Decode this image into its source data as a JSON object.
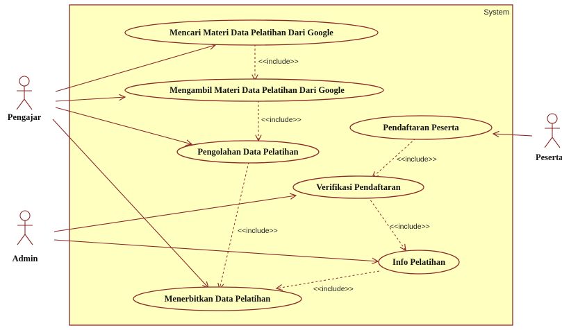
{
  "system": {
    "label": "System",
    "fill": "#ffffc0",
    "border": "#8b2a2a"
  },
  "colors": {
    "usecase_fill": "#ffffc0",
    "line": "#8b2a2a"
  },
  "actors": {
    "pengajar": "Pengajar",
    "admin": "Admin",
    "peserta": "Peserta"
  },
  "usecases": {
    "mencari_materi": "Mencari Materi Data Pelatihan Dari Google",
    "mengambil_materi": "Mengambil Materi Data Pelatihan Dari Google",
    "pengolahan_data": "Pengolahan Data Pelatihan",
    "pendaftaran_peserta": "Pendaftaran Peserta",
    "verifikasi_pendaftaran": "Verifikasi Pendaftaran",
    "info_pelatihan": "Info Pelatihan",
    "menerbitkan_data": "Menerbitkan Data Pelatihan"
  },
  "relations": {
    "include_1": "<<include>>",
    "include_2": "<<include>>",
    "include_3": "<<include>>",
    "include_4": "<<include>>",
    "include_5": "<<include>>",
    "include_6": "<<include>>"
  }
}
